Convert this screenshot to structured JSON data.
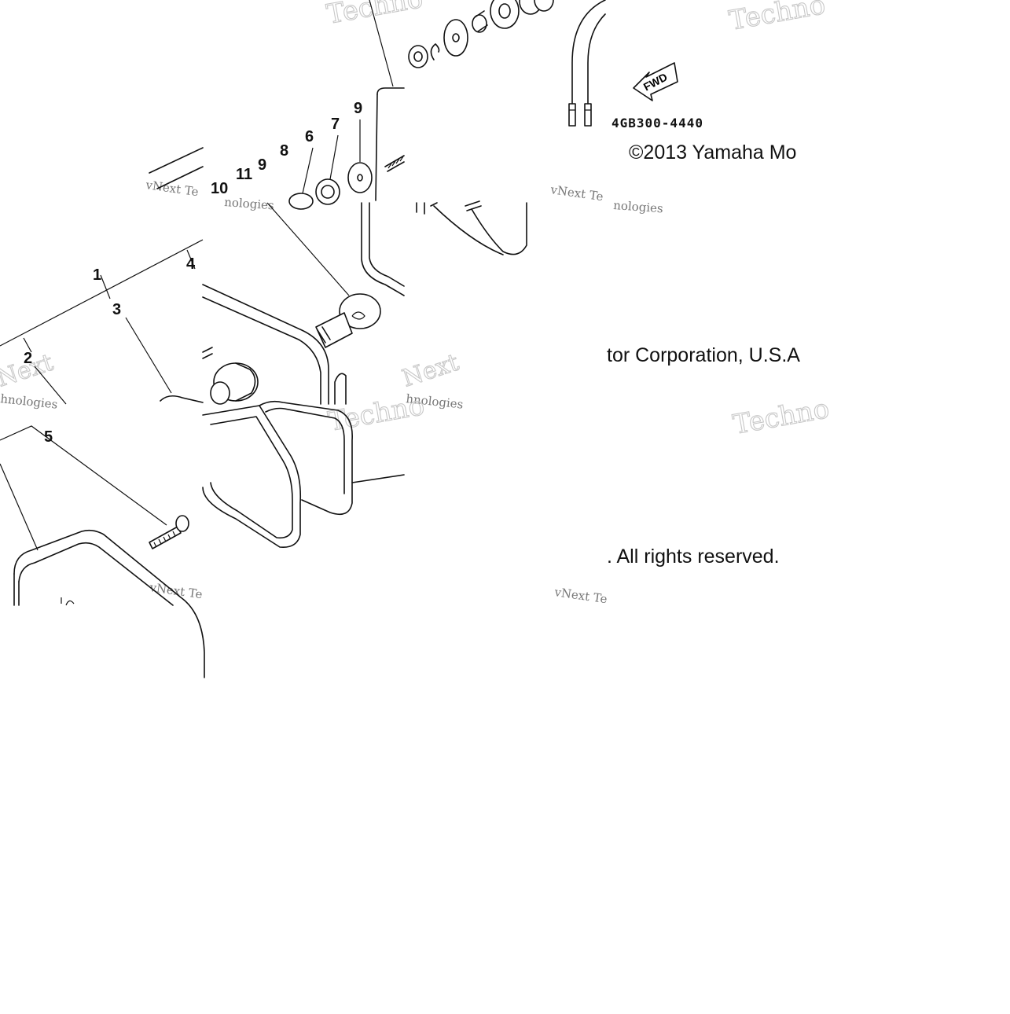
{
  "diagram": {
    "part_number": "4GB300-4440",
    "fwd_arrow_label": "FWD",
    "copyright_line1": "©2013 Yamaha Mo",
    "copyright_line2": "tor Corporation, U.S.A",
    "copyright_line3": ". All rights reserved.",
    "callouts": {
      "c1": "1",
      "c2": "2",
      "c3": "3",
      "c4": "4",
      "c5": "5",
      "c6": "6",
      "c7": "7",
      "c8": "8",
      "c9a": "9",
      "c9b": "9",
      "c10": "10",
      "c11": "11"
    },
    "watermark": {
      "brand": "vNext Technologies",
      "short_a": "vNext Te",
      "short_b": "Techno",
      "short_c": "nologies",
      "short_d": "Next",
      "short_e": "hnologies"
    }
  }
}
